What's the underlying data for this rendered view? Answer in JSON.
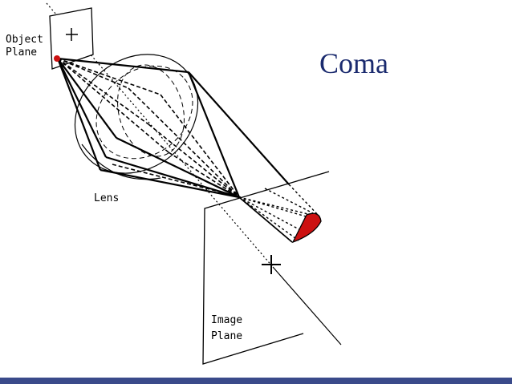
{
  "title": "Coma",
  "labels": {
    "object_plane_line1": "Object",
    "object_plane_line2": "Plane",
    "lens": "Lens",
    "image_plane_line1": "Image",
    "image_plane_line2": "Plane"
  },
  "colors": {
    "title": "#1a2a6e",
    "point": "#cc1111",
    "line": "#000000",
    "bar": "#3a4a8a"
  }
}
